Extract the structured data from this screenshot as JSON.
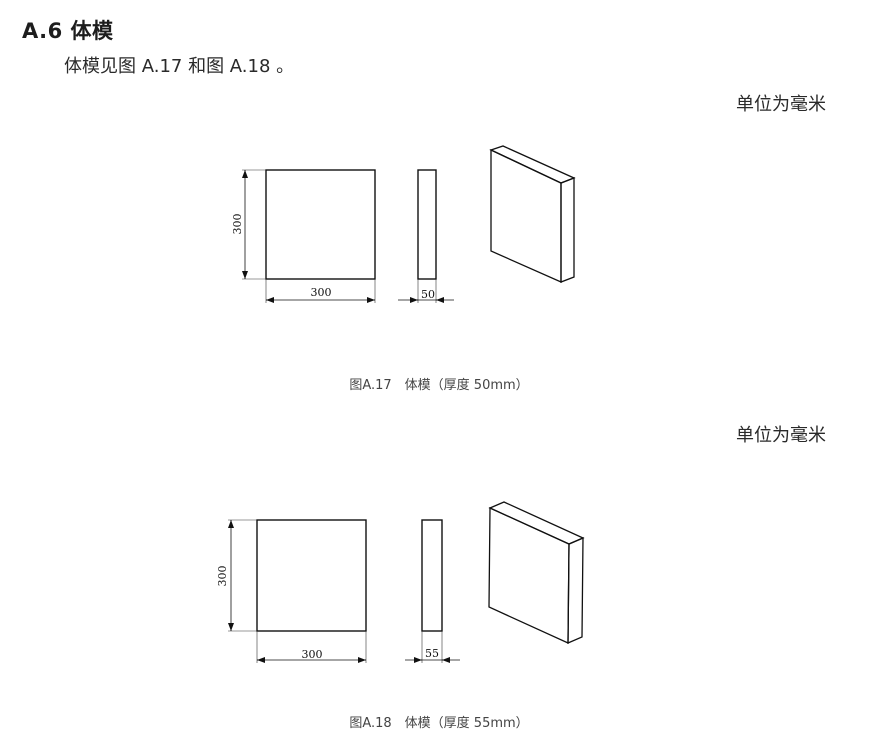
{
  "section": {
    "title": "A.6  体模",
    "intro": "体模见图 A.17 和图 A.18 。"
  },
  "figures": [
    {
      "unit_note": "单位为毫米",
      "caption": "图A.17　体模（厚度 50mm）",
      "dimensions": {
        "height": "300",
        "width": "300",
        "thickness": "50"
      }
    },
    {
      "unit_note": "单位为毫米",
      "caption": "图A.18　体模（厚度 55mm）",
      "dimensions": {
        "height": "300",
        "width": "300",
        "thickness": "55"
      }
    }
  ]
}
